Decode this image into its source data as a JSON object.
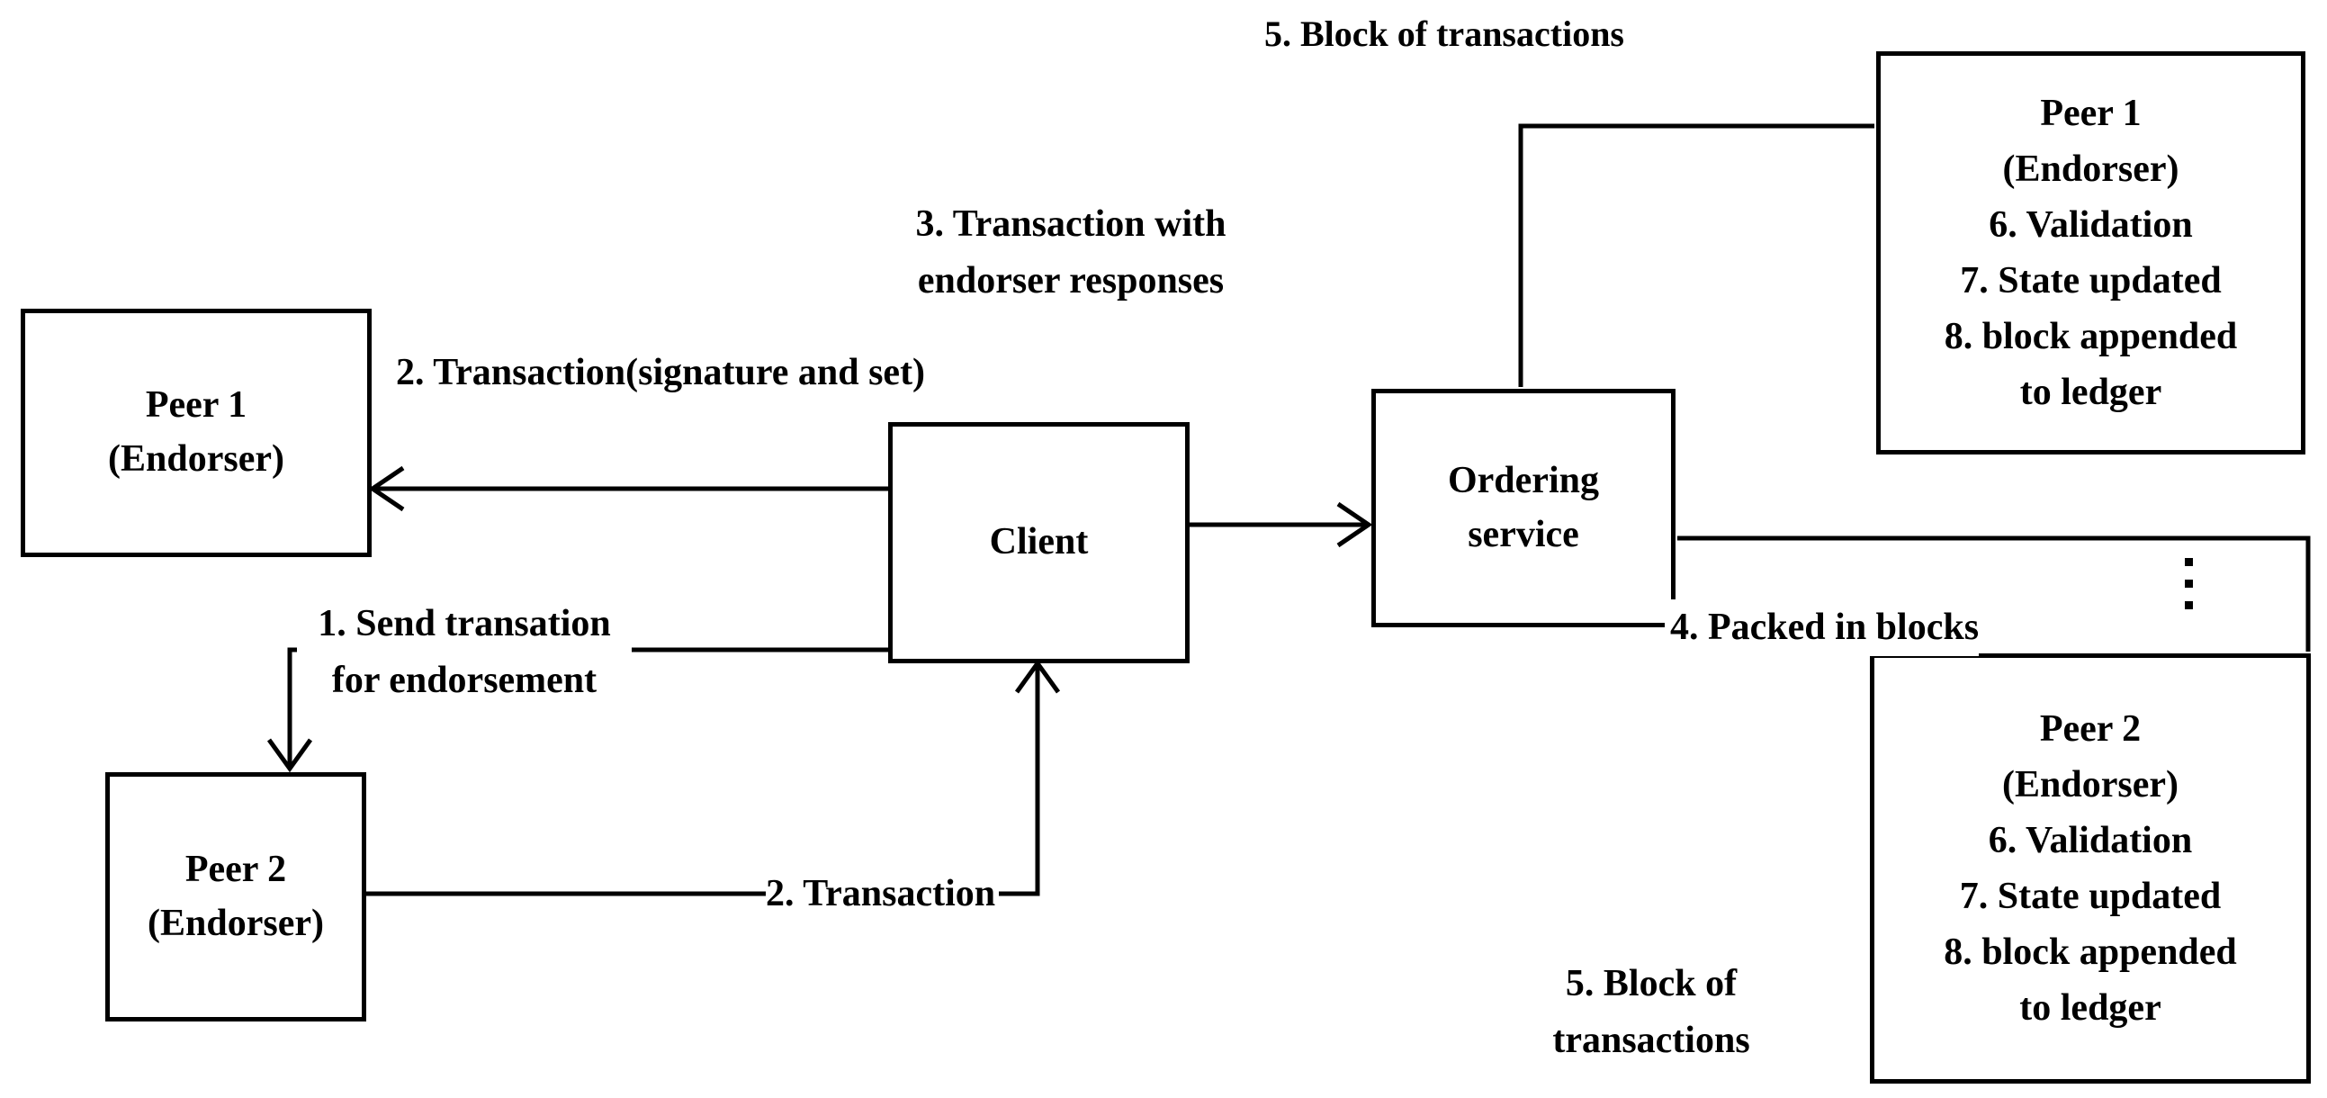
{
  "diagram": {
    "title_hint": "transaction flow between peers, client and ordering service",
    "accent_color": "#000000",
    "background_color": "#ffffff",
    "nodes": {
      "peer1_left": {
        "line1": "Peer 1",
        "line2": "(Endorser)"
      },
      "peer2_left": {
        "line1": "Peer 2",
        "line2": "(Endorser)"
      },
      "client": {
        "label": "Client"
      },
      "ordering": {
        "line1": "Ordering",
        "line2": "service"
      },
      "peer1_right": {
        "line1": "Peer 1",
        "line2": "(Endorser)",
        "line3": "6. Validation",
        "line4": "7. State updated",
        "line5": "8. block appended",
        "line6": "to ledger"
      },
      "peer2_right": {
        "line1": "Peer 2",
        "line2": "(Endorser)",
        "line3": "6. Validation",
        "line4": "7. State updated",
        "line5": "8. block appended",
        "line6": "to ledger"
      }
    },
    "labels": {
      "step1": {
        "line1": "1. Send transation",
        "line2": "for endorsement"
      },
      "step2_sig": "2. Transaction(signature and set)",
      "step2_tx": "2. Transaction",
      "step3": {
        "line1": "3. Transaction with",
        "line2": "endorser responses"
      },
      "step4": "4. Packed in blocks",
      "step5_top": "5. Block of transactions",
      "step5_bottom": {
        "line1": "5. Block of",
        "line2": "transactions"
      }
    }
  }
}
